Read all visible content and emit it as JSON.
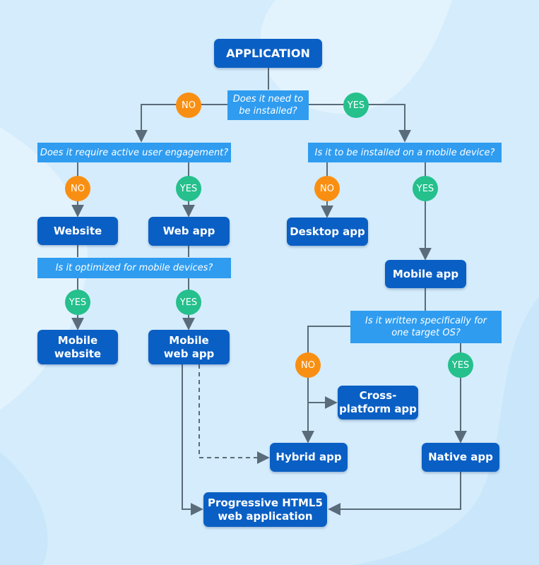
{
  "colors": {
    "box": "#0a5fc4",
    "question": "#2f9cf0",
    "no": "#f98f12",
    "yes": "#25c08c",
    "line": "#5a6b7a",
    "background": "#d4ecfb"
  },
  "nodes": {
    "application": "APPLICATION",
    "website": "Website",
    "web_app": "Web app",
    "desktop_app": "Desktop app",
    "mobile_app": "Mobile app",
    "mobile_website": "Mobile\nwebsite",
    "mobile_web_app": "Mobile\nweb app",
    "cross_platform_app": "Cross-\nplatform app",
    "hybrid_app": "Hybrid app",
    "native_app": "Native app",
    "progressive_html5": "Progressive HTML5\nweb application"
  },
  "questions": {
    "installed": "Does it need to\nbe installed?",
    "engagement": "Does it require active user engagement?",
    "mobile_device": "Is it to be installed on a mobile device?",
    "optimized": "Is it optimized for mobile devices?",
    "target_os": "Is it written specifically for\none target OS?"
  },
  "badges": {
    "no": "NO",
    "yes": "YES"
  }
}
